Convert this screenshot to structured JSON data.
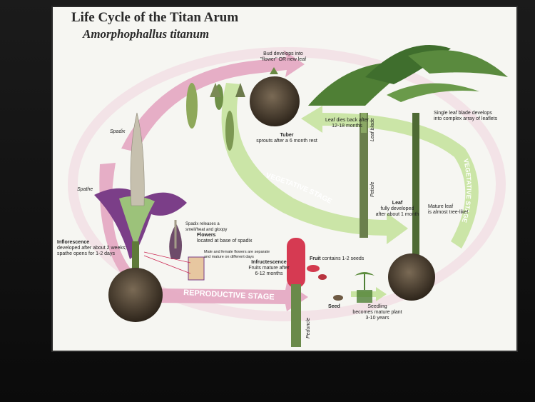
{
  "poster": {
    "title": "Life Cycle of the Titan Arum",
    "subtitle": "Amorphophallus titanum"
  },
  "labels": {
    "bud_1": "Bud develops into",
    "bud_2": "\"flower\" OR new leaf",
    "tuber_title": "Tuber",
    "tuber_desc": "sprouts after a 6 month rest",
    "leaf_dies_1": "Leaf dies back after",
    "leaf_dies_2": "12-18 months",
    "single_leaf_1": "Single leaf blade develops",
    "single_leaf_2": "into complex array of leaflets",
    "spadix": "Spadix",
    "spathe": "Spathe",
    "leaf_blade": "Leaf blade",
    "petiole": "Petiole",
    "leaf_title": "Leaf",
    "leaf_desc_1": "fully developed",
    "leaf_desc_2": "after about 1 month",
    "mature_leaf_1": "Mature leaf",
    "mature_leaf_2": "is almost tree-like!",
    "spadix_note_1": "Spadix releases a",
    "spadix_note_2": "smell/heat and gloopy",
    "flowers_title": "Flowers",
    "flowers_desc": "located at base of spadix",
    "male_female_1": "Male and female flowers are separate",
    "male_female_2": "and mature on different days",
    "inflorescence_title": "Inflorescence",
    "inflorescence_1": "developed after about 2 weeks;",
    "inflorescence_2": "spathe opens for 1-2 days",
    "infructescence_title": "Infructescence",
    "infructescence_1": "Fruits mature after",
    "infructescence_2": "6-12 months",
    "fruit_title": "Fruit",
    "fruit_desc": "contains 1-2 seeds",
    "seed": "Seed",
    "seedling_1": "Seedling",
    "seedling_2": "becomes mature plant",
    "seedling_3": "3-10 years",
    "peduncle": "Peduncle",
    "vegetative_stage": "VEGETATIVE STAGE",
    "vegetative_stage_right": "VEGETATIVE STAGE",
    "reproductive_stage": "REPRODUCTIVE STAGE"
  },
  "colors": {
    "pink_arrow": "#e0a0bc",
    "green_arrow": "#c6e3a0",
    "tuber": "#4a3a2a",
    "spathe": "#7a3e86",
    "leaf": "#4f7f35"
  }
}
